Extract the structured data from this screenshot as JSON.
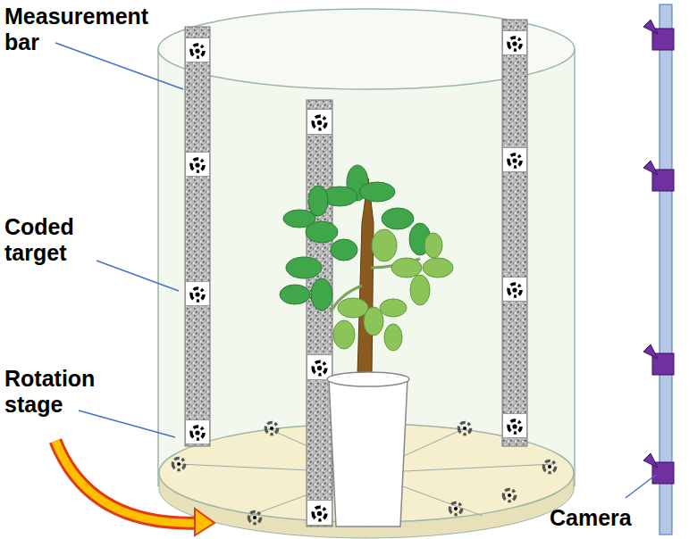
{
  "diagram": {
    "labels": [
      "Measurement bar",
      "Coded target",
      "Rotation stage",
      "Camera"
    ]
  }
}
